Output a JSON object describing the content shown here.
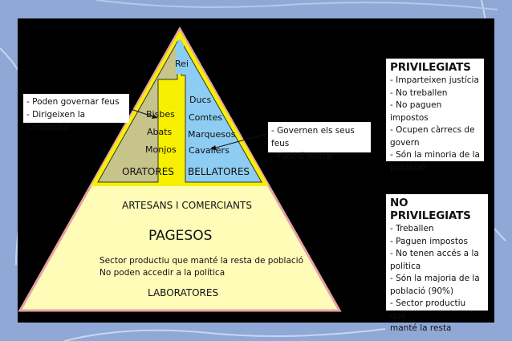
{
  "pyramid": {
    "rei": "Rei",
    "clergy": [
      "Bisbes",
      "Abats",
      "Monjos"
    ],
    "nobility": [
      "Ducs",
      "Comtes",
      "Marquesos",
      "Cavallers"
    ],
    "oratores": "ORATORES",
    "bellatores": "BELLATORES",
    "artesans": "ARTESANS I COMERCIANTS",
    "pagesos": "PAGESOS",
    "sector_lines": [
      "Sector productiu que manté la resta de població",
      "No poden accedir a la política"
    ],
    "laboratores": "LABORATORES"
  },
  "callouts": {
    "oratores": [
      "- Poden governar feus",
      "- Dirigeixen la Cristandat"
    ],
    "bellatores": [
      "- Governen els seus feus",
      "- Funció militar"
    ]
  },
  "privilegiats": {
    "title": "PRIVILEGIATS",
    "items": [
      "- Imparteixen justícia",
      "- No treballen",
      "- No paguen impostos",
      "- Ocupen càrrecs de",
      "govern",
      "- Són la minoria de la",
      "població"
    ]
  },
  "no_privilegiats": {
    "title": "NO PRIVILEGIATS",
    "items": [
      "- Treballen",
      "- Paguen impostos",
      "- No tenen accés a la",
      "política",
      "- Són la majoria de la",
      "població (90%)",
      "- Sector productiu que",
      "manté la resta"
    ]
  },
  "colors": {
    "yellow_fill": "#fffcb8",
    "yellow_border": "#f7f000",
    "olive": "#c6c38b",
    "blue": "#8ecdf3",
    "pink_border": "#e6a2a6"
  }
}
